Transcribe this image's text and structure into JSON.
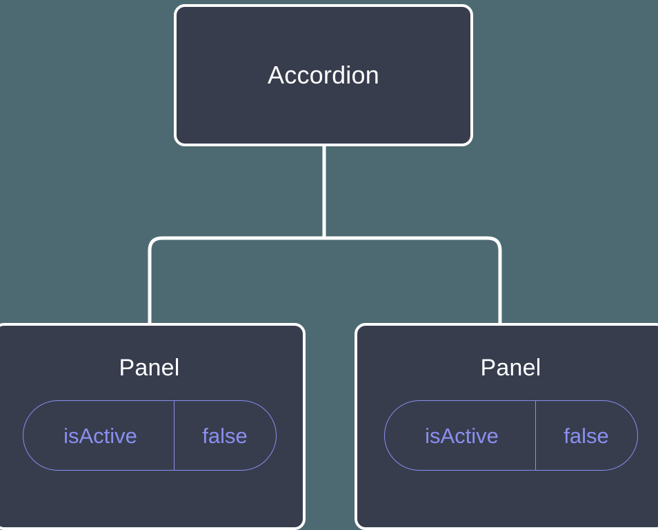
{
  "diagram": {
    "background_color": "#4d6a72",
    "node_fill_color": "#373d4d",
    "node_border_color": "#ffffff",
    "connector_color": "#ffffff",
    "prop_accent_color": "#8b8ff0",
    "root": {
      "title": "Accordion"
    },
    "children": [
      {
        "title": "Panel",
        "prop_key": "isActive",
        "prop_value": "false"
      },
      {
        "title": "Panel",
        "prop_key": "isActive",
        "prop_value": "false"
      }
    ]
  }
}
